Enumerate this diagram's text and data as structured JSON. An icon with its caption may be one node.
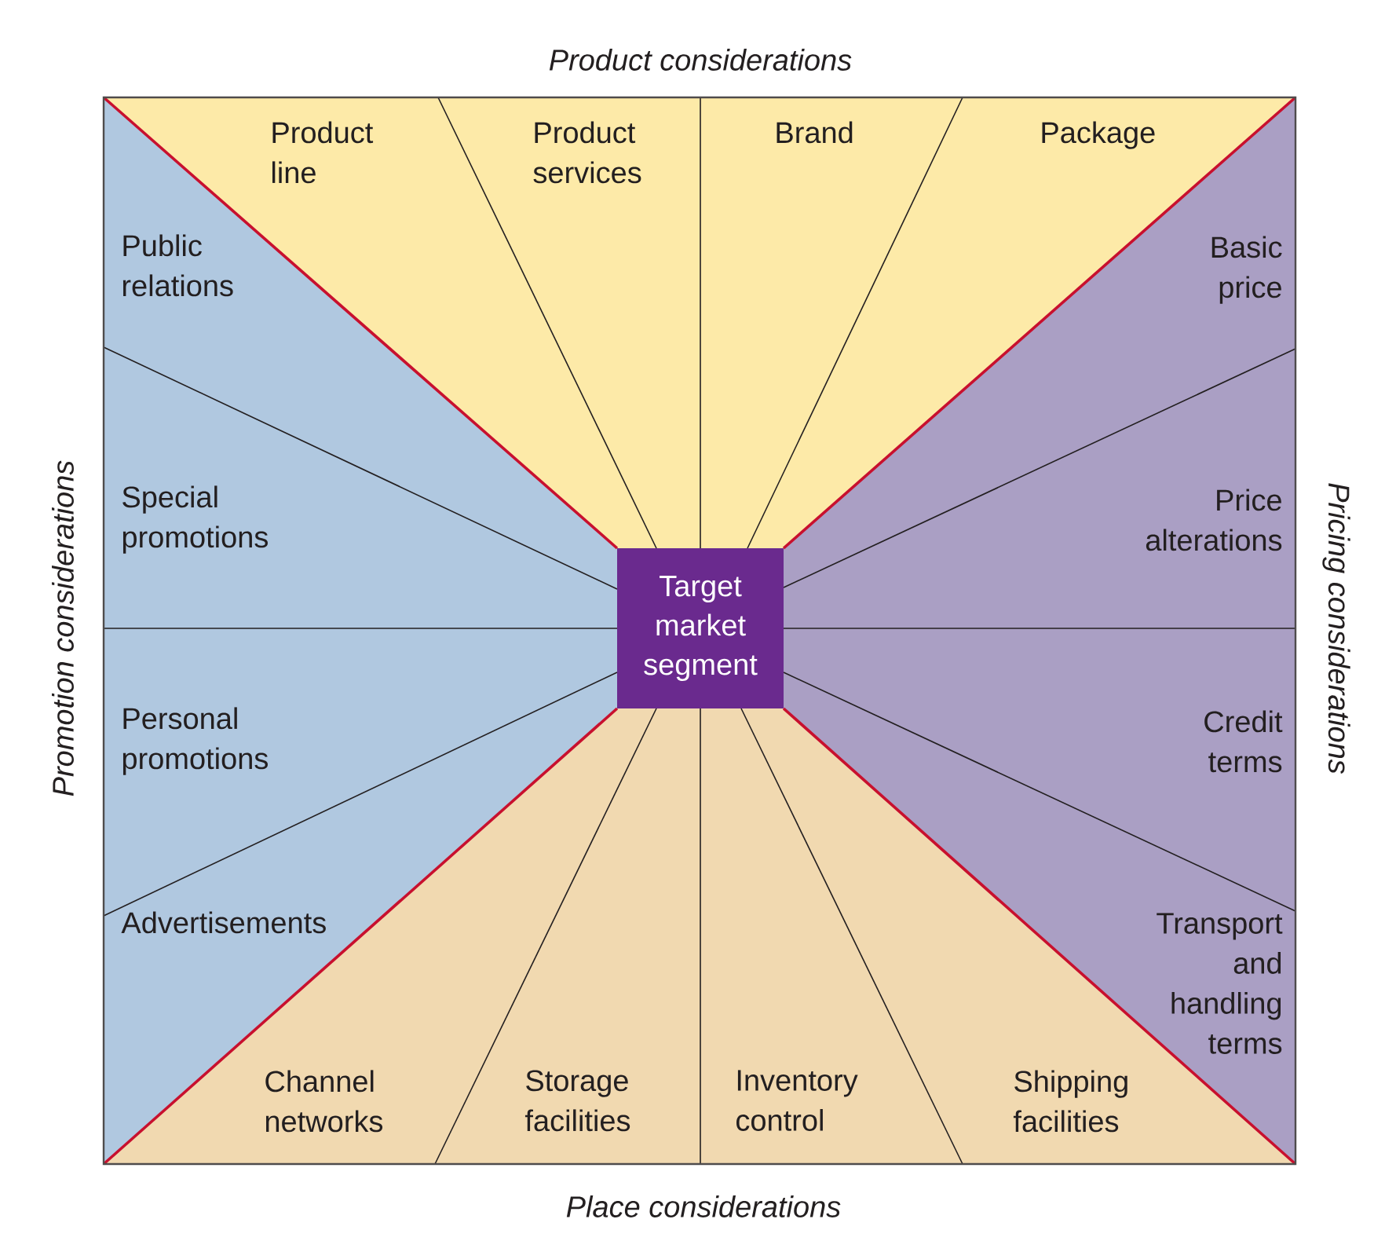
{
  "diagram": {
    "nodes": [
      {
        "text": [
          "Target market segment"
        ]
      }
    ],
    "labels": [
      "Product considerations",
      "Product line",
      "Product services",
      "Brand",
      "Package",
      "Public relations",
      "Basic price",
      "Promotion considerations",
      "Special promotions",
      "Price alterations",
      "Pricing considerations",
      "Personal promotions",
      "Credit terms",
      "Advertisements",
      "Transport and handling terms",
      "Channel networks",
      "Storage facilities",
      "Inventory control",
      "Shipping facilities",
      "Place considerations"
    ]
  }
}
